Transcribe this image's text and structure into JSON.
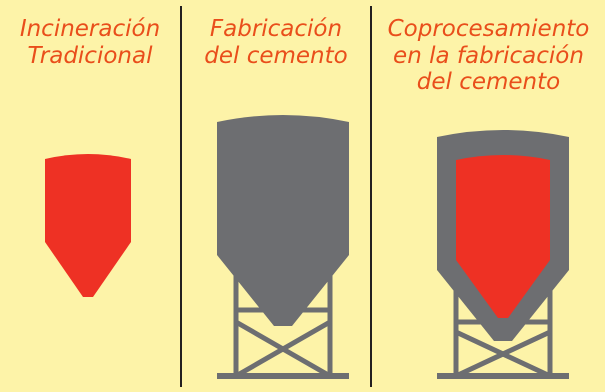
{
  "columns": [
    {
      "title_lines": [
        "Incineración",
        "Tradicional"
      ]
    },
    {
      "title_lines": [
        "Fabricación",
        "del cemento"
      ]
    },
    {
      "title_lines": [
        "Coprocesamiento",
        "en la fabricación",
        "del cemento"
      ]
    }
  ],
  "colors": {
    "background": "#fdf3a8",
    "title_text": "#e94e1b",
    "divider": "#231f20",
    "kiln_red": "#ee3124",
    "silo_gray": "#6d6e71"
  }
}
